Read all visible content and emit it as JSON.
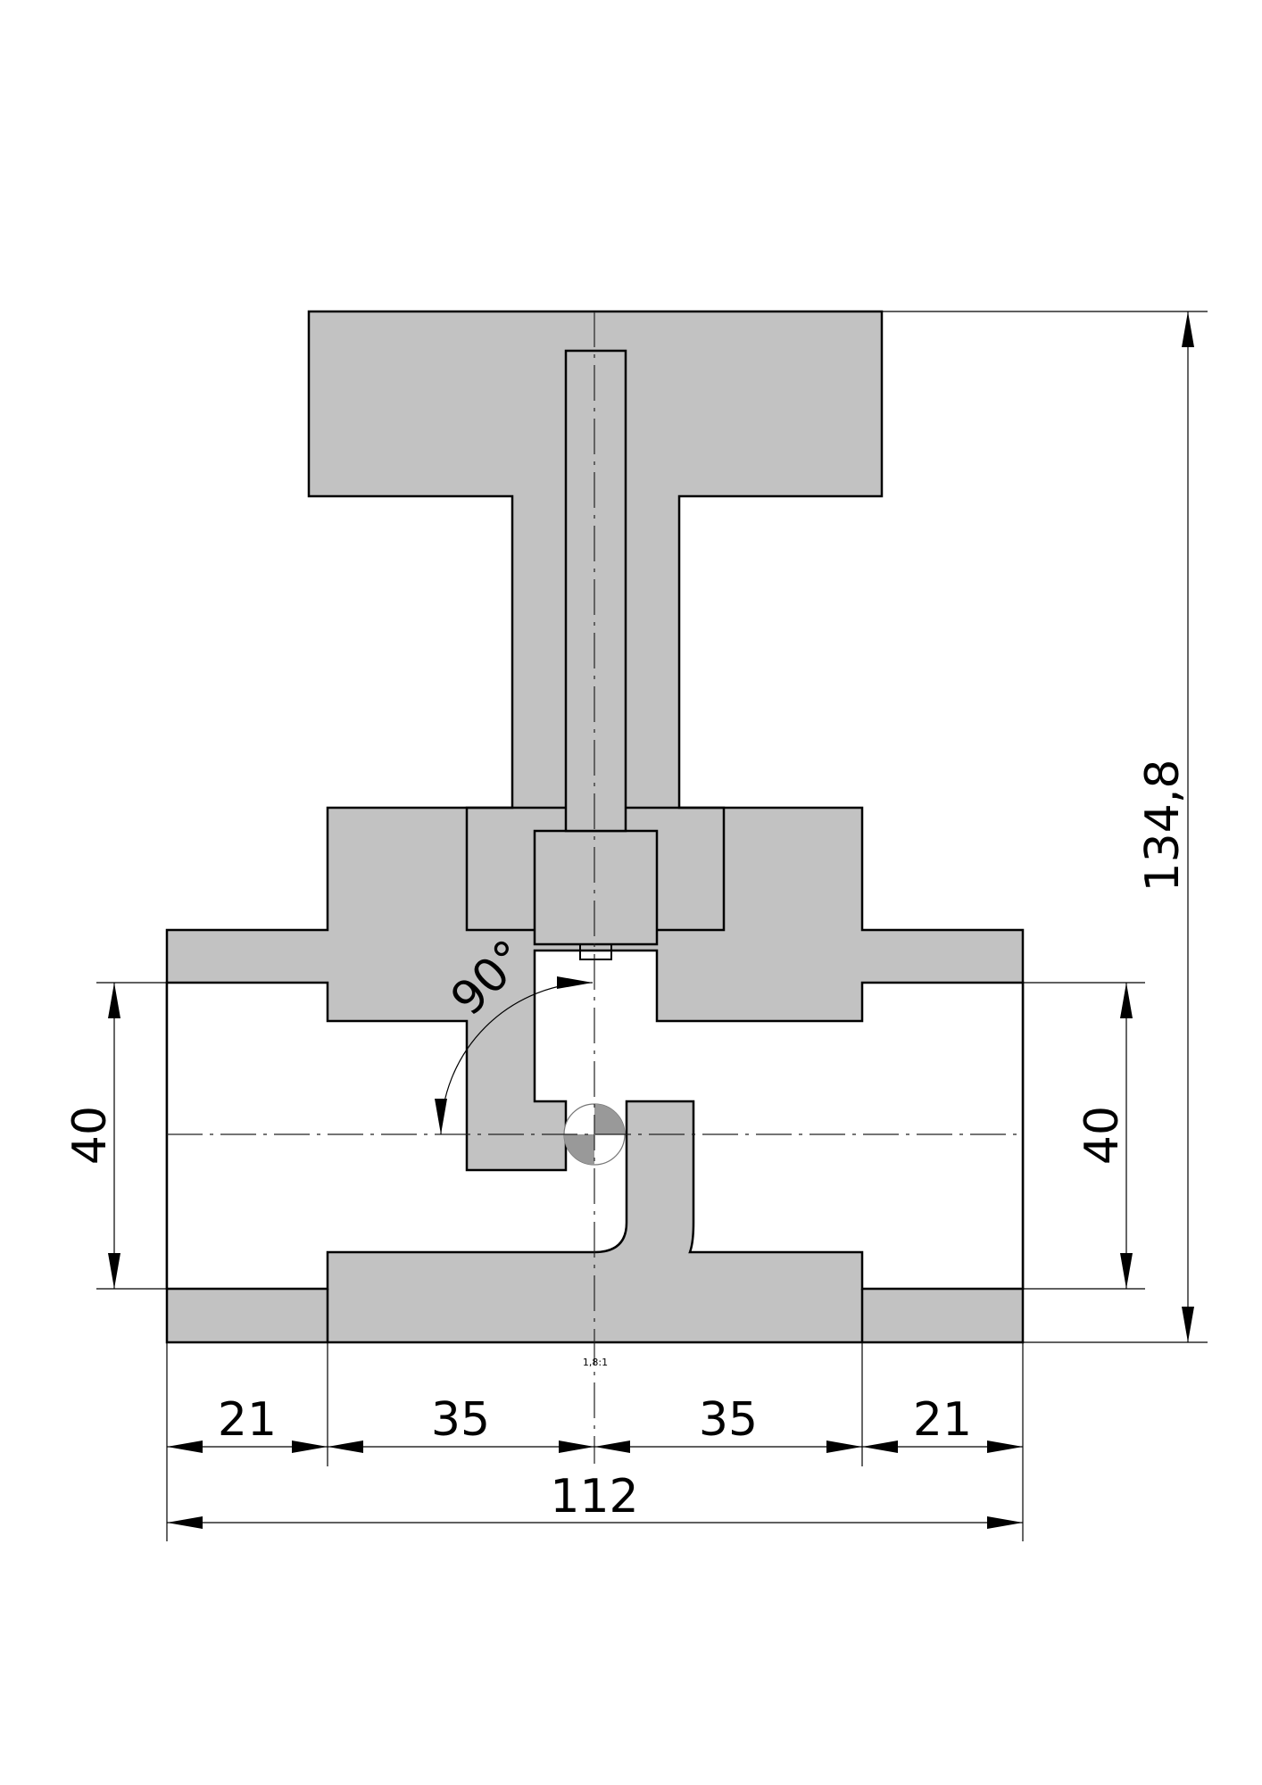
{
  "drawing": {
    "title": "Valve cross-section",
    "scale_note": "1,8:1",
    "colors": {
      "section_fill": "#c2c2c2",
      "line": "#000000",
      "symbol_fill": "#999999"
    },
    "dimensions": {
      "overall_height": "134,8",
      "left_port_diameter": "40",
      "right_port_diameter": "40",
      "bottom_chain": [
        "21",
        "35",
        "35",
        "21"
      ],
      "overall_width": "112",
      "angle": "90°"
    }
  }
}
